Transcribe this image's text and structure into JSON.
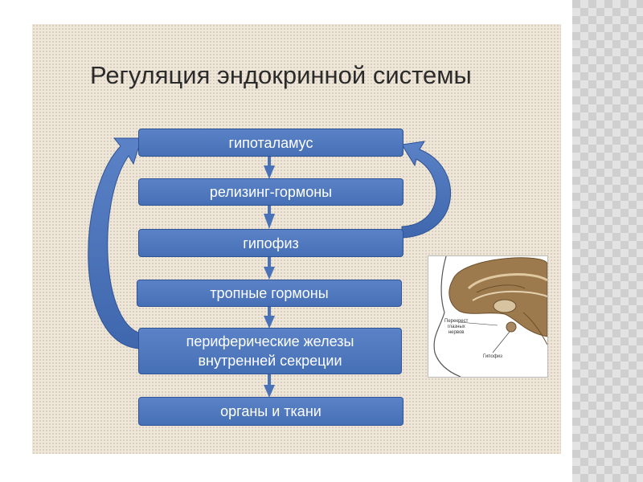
{
  "title": "Регуляция эндокринной системы",
  "boxes": {
    "hypothalamus": "гипоталамус",
    "releasing": "релизинг-гормоны",
    "pituitary": "гипофиз",
    "tropic": "тропные гормоны",
    "peripheral_line1": "периферические железы",
    "peripheral_line2": "внутренней секреции",
    "organs": "органы и ткани"
  },
  "inset": {
    "label_chiasm_1": "Перекрест",
    "label_chiasm_2": "глазных",
    "label_chiasm_3": "нервов",
    "label_pituitary": "Гипофиз"
  },
  "colors": {
    "box_fill": "#4f78bf",
    "slide_background": "#efe6da"
  }
}
